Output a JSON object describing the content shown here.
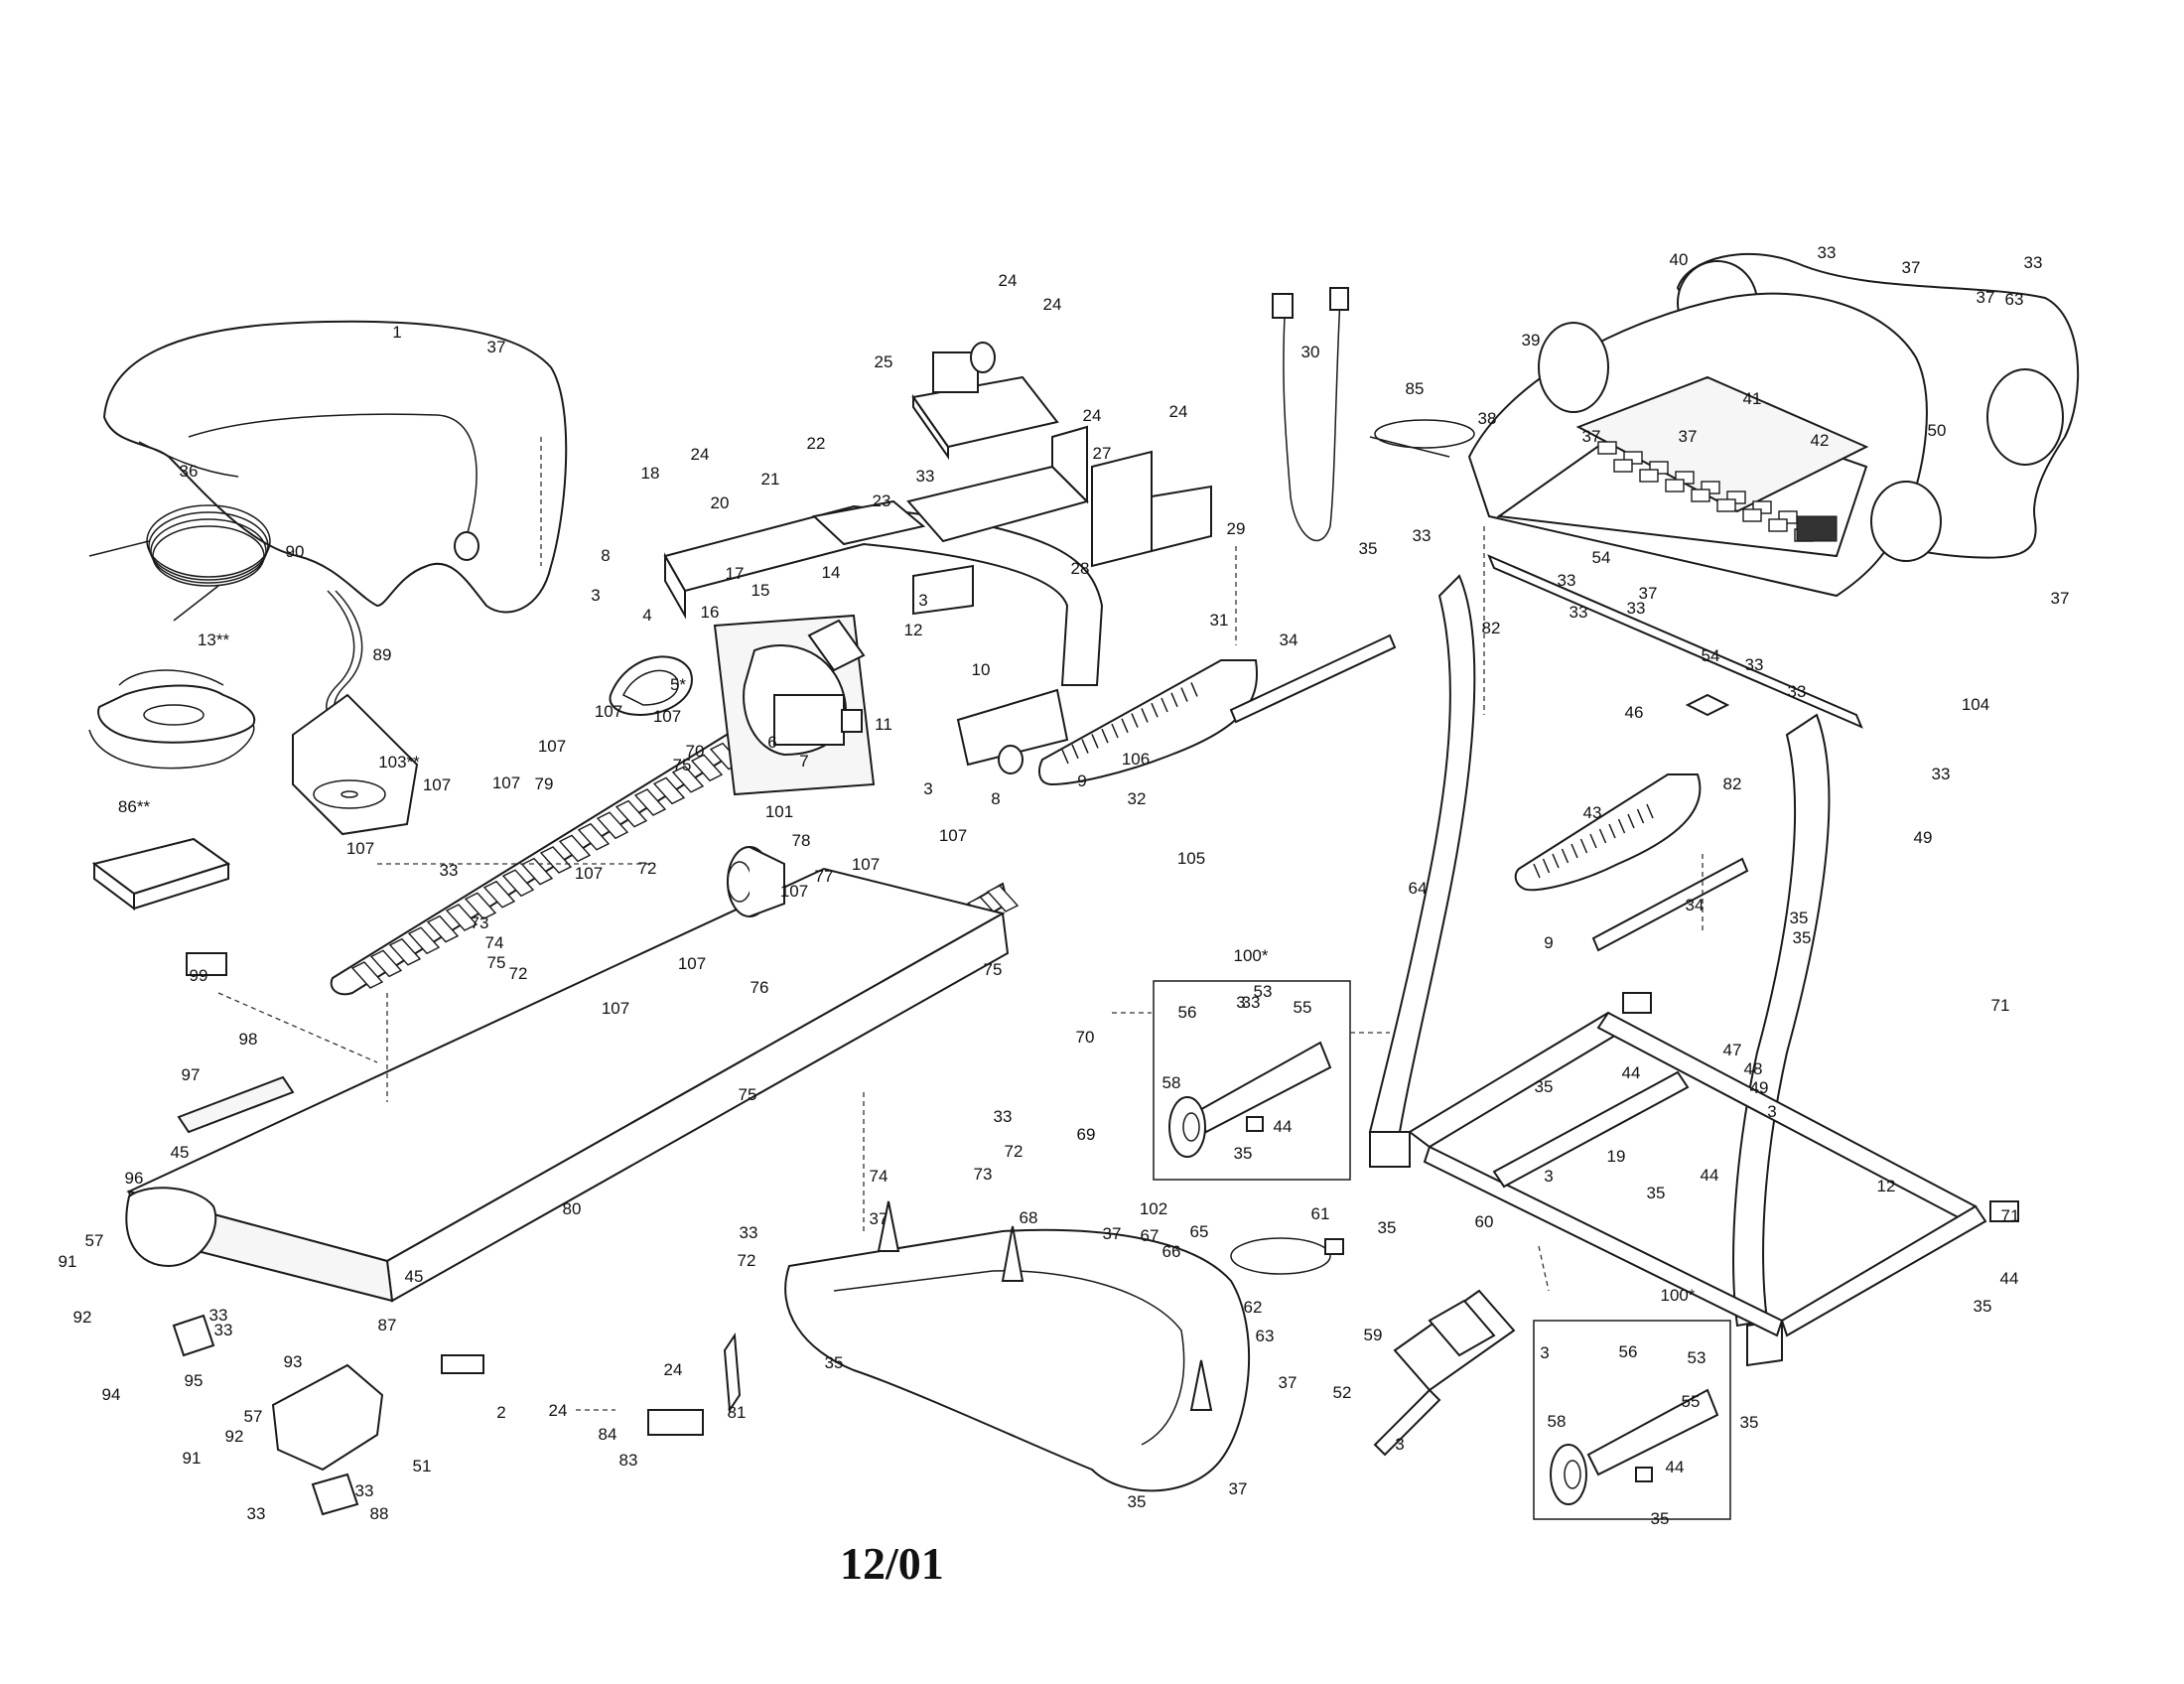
{
  "revision": "12/01",
  "callouts": [
    "1",
    "2",
    "3",
    "4",
    "5*",
    "6",
    "7",
    "8",
    "9",
    "10",
    "11",
    "12",
    "13**",
    "14",
    "15",
    "16",
    "17",
    "18",
    "19",
    "20",
    "21",
    "22",
    "23",
    "24",
    "25",
    "27",
    "28",
    "29",
    "30",
    "31",
    "32",
    "33",
    "34",
    "35",
    "36",
    "37",
    "38",
    "39",
    "40",
    "41",
    "42",
    "43",
    "44",
    "45",
    "46",
    "47",
    "48",
    "49",
    "50",
    "51",
    "52",
    "53",
    "54",
    "55",
    "56",
    "57",
    "58",
    "59",
    "60",
    "61",
    "62",
    "63",
    "64",
    "65",
    "66",
    "67",
    "68",
    "69",
    "70",
    "71",
    "72",
    "73",
    "74",
    "75",
    "76",
    "77",
    "78",
    "79",
    "80",
    "81",
    "82",
    "83",
    "84",
    "85",
    "86**",
    "87",
    "88",
    "89",
    "90",
    "91",
    "92",
    "93",
    "94",
    "95",
    "96",
    "97",
    "98",
    "99",
    "100*",
    "101",
    "102",
    "103**",
    "104",
    "105",
    "106",
    "107"
  ]
}
